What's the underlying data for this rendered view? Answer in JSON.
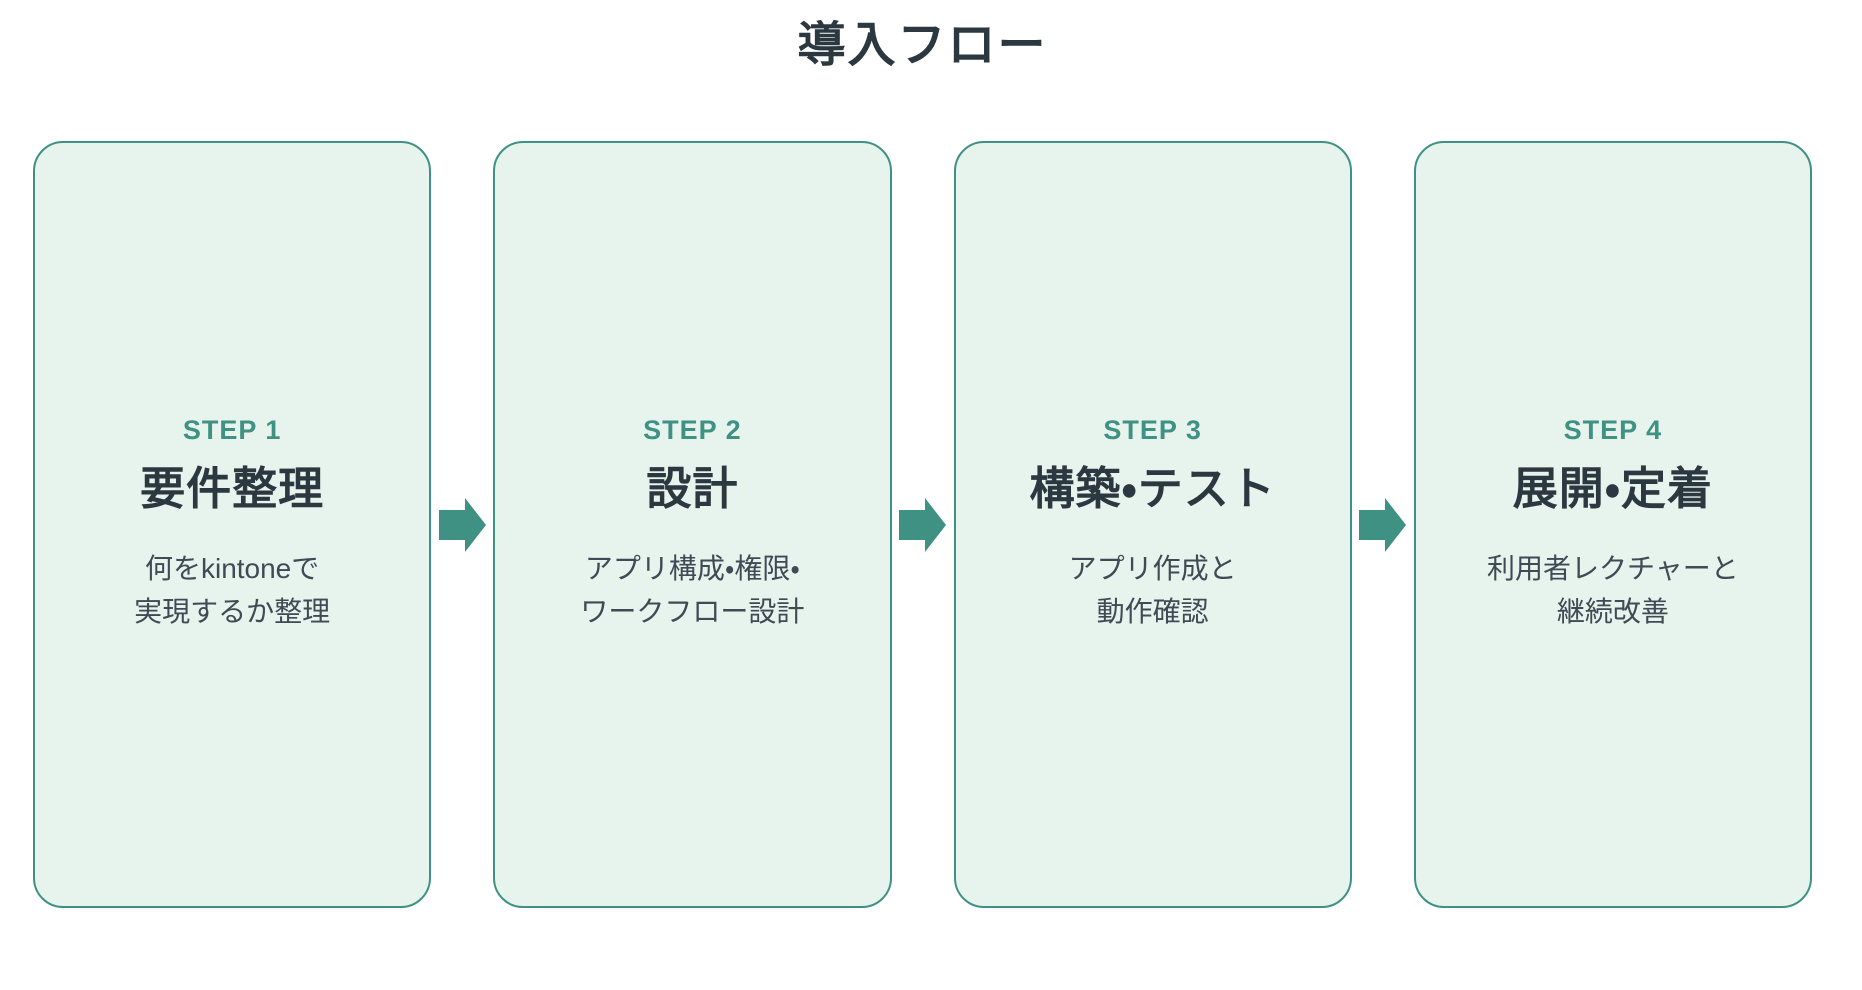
{
  "header": {
    "title": "導入フロー"
  },
  "flow": {
    "steps": [
      {
        "label": "STEP 1",
        "title": "要件整理",
        "desc": [
          "何をkintoneで",
          "実現するか整理"
        ]
      },
      {
        "label": "STEP 2",
        "title": "設計",
        "desc": [
          "アプリ構成・権限・",
          "ワークフロー設計"
        ]
      },
      {
        "label": "STEP 3",
        "title": "構築・テスト",
        "desc": [
          "アプリ作成と",
          "動作確認"
        ]
      },
      {
        "label": "STEP 4",
        "title": "展開・定着",
        "desc": [
          "利用者レクチャーと",
          "継続改善"
        ]
      }
    ]
  },
  "icons": {
    "connector": "arrow-right"
  },
  "colors": {
    "accent": "#3F9183",
    "card-bg": "#E7F3ED",
    "card-border": "#3F9183",
    "heading": "#2C3840",
    "body-text": "#3E4A54",
    "page-bg": "#FFFFFF"
  }
}
